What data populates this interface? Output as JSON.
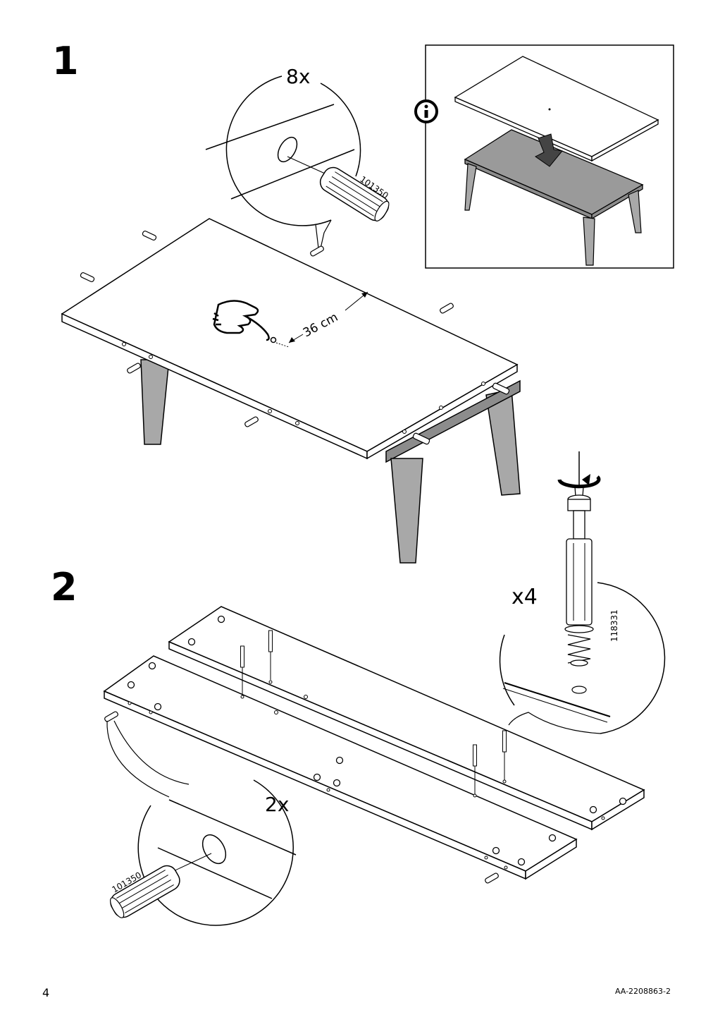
{
  "page": {
    "page_number": "4",
    "document_id": "AA-2208863-2"
  },
  "step1": {
    "number": "1",
    "dowel_quantity": "8x",
    "dowel_part_number": "101350",
    "measurement": "36 cm",
    "info_icon": "info-icon",
    "hand_icon": "pointing-hand-icon"
  },
  "step2": {
    "number": "2",
    "cam_quantity": "x4",
    "cam_part_number": "118331",
    "dowel_quantity": "2x",
    "dowel_part_number": "101350",
    "screwdriver_icon": "screwdriver-rotate-icon"
  },
  "colors": {
    "line": "#000000",
    "panel_fill": "#ffffff",
    "leg_fill": "#a8a8a8",
    "frame_fill": "#8c8c8c"
  }
}
